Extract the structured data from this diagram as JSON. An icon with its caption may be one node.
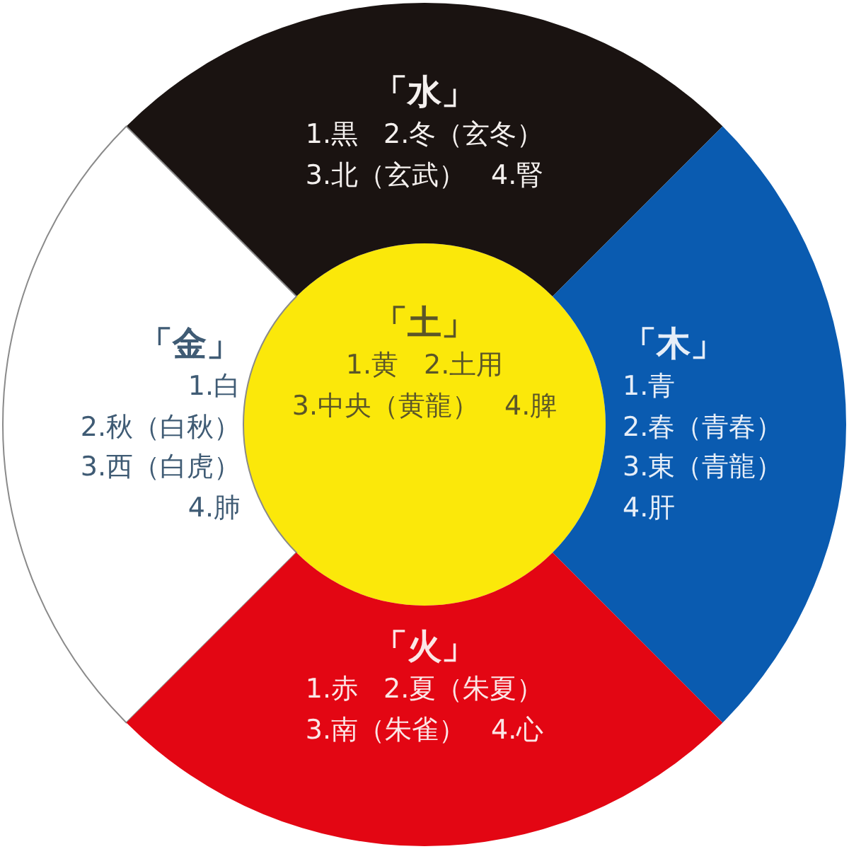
{
  "diagram": {
    "nodes": [
      {
        "text": [
          "「水」",
          "1.黒",
          "2.冬（玄冬）",
          "3.北（玄武）",
          "4.腎"
        ]
      },
      {
        "text": [
          "「金」",
          "1.白",
          "2.秋（白秋）",
          "3.西（白虎）",
          "4.肺"
        ]
      },
      {
        "text": [
          "「土」",
          "1.黄",
          "2.土用",
          "3.中央（黄龍）",
          "4.脾"
        ]
      },
      {
        "text": [
          "「木」",
          "1.青",
          "2.春（青春）",
          "3.東（青龍）",
          "4.肝"
        ]
      },
      {
        "text": [
          "「火」",
          "1.赤",
          "2.夏（朱夏）",
          "3.南（朱雀）",
          "4.心"
        ]
      }
    ]
  }
}
